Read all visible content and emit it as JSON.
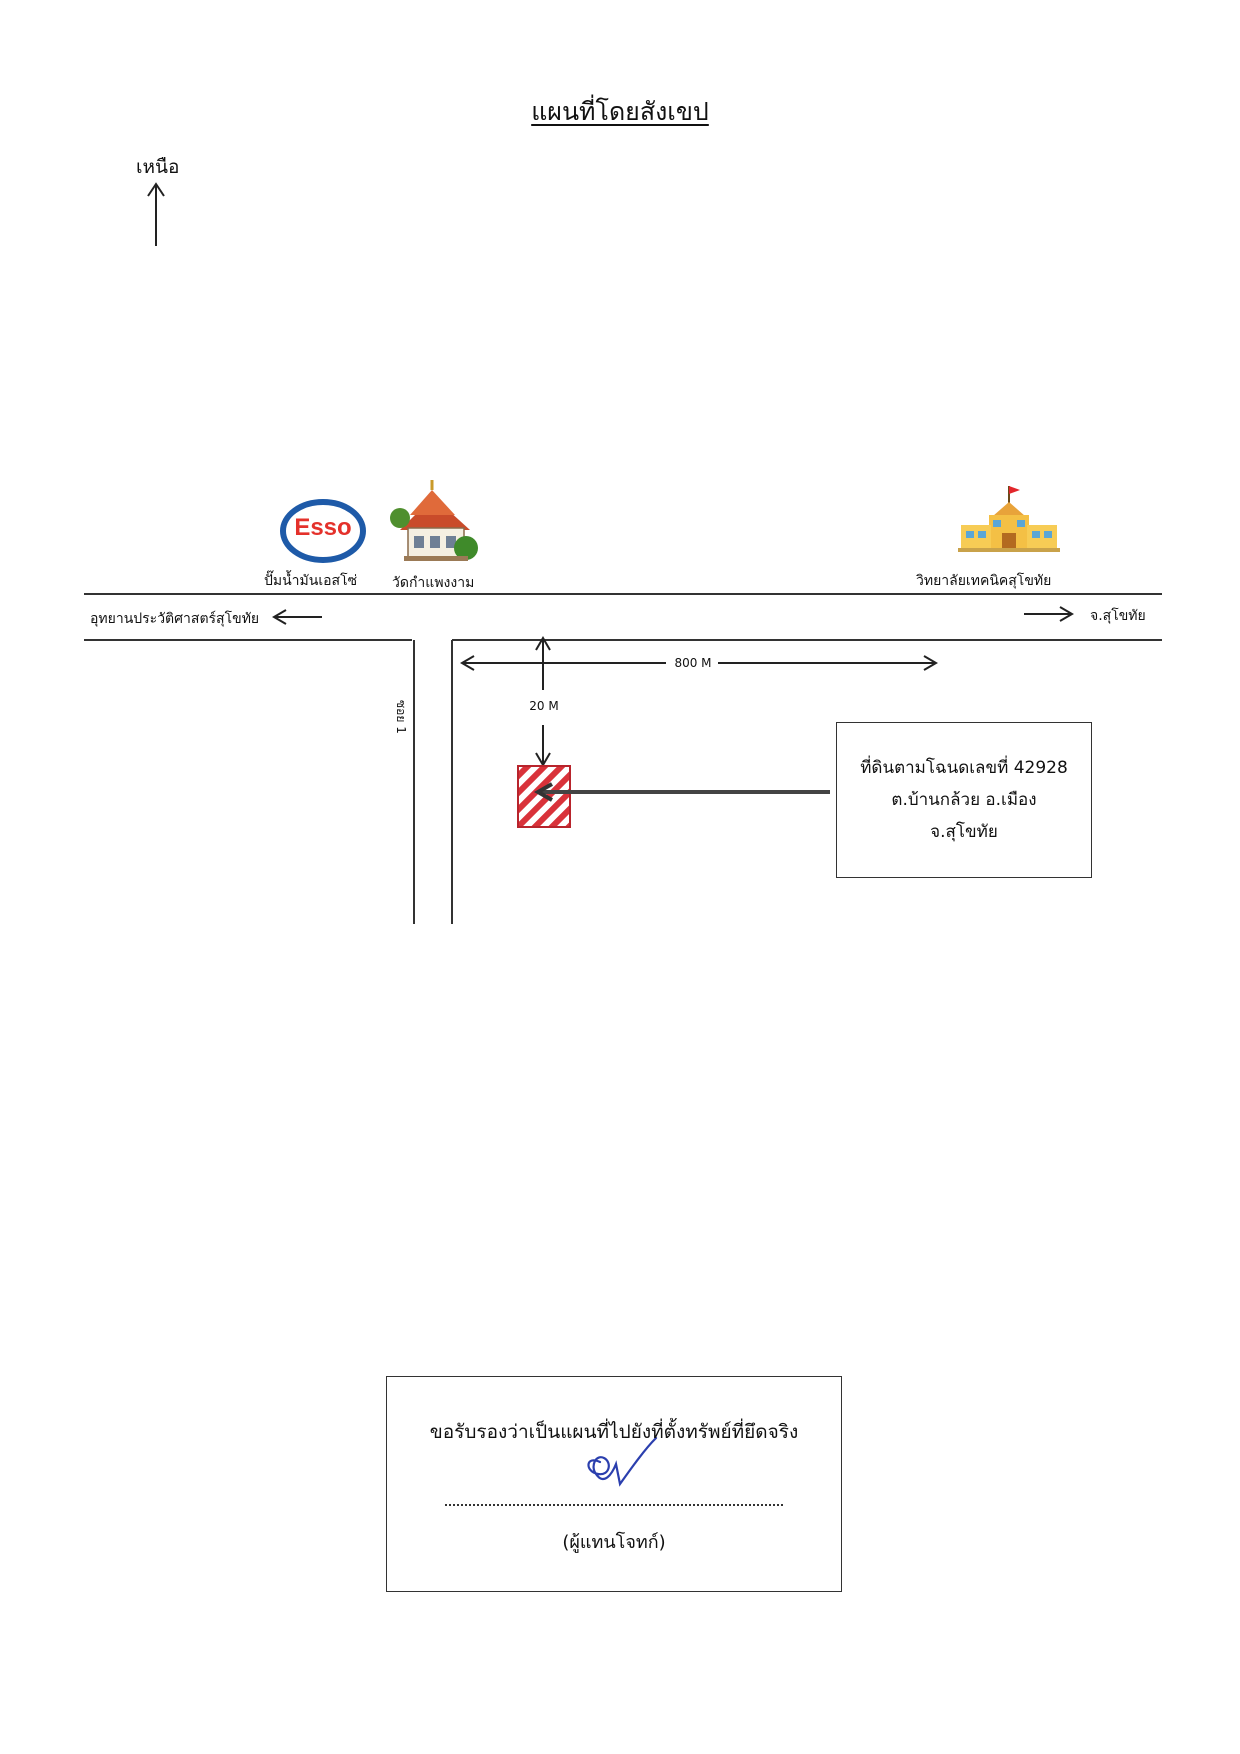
{
  "title": "แผนที่โดยสังเขป",
  "north_label": "เหนือ",
  "landmarks": {
    "esso_logo_text": "Esso",
    "gas_station": "ปั๊มน้ำมันเอสโซ่",
    "temple": "วัดกำแพงงาม",
    "college": "วิทยาลัยเทคนิคสุโขทัย"
  },
  "directions": {
    "west": "อุทยานประวัติศาสตร์สุโขทัย",
    "east": "จ.สุโขทัย"
  },
  "soi_label": "ซอย 1",
  "distances": {
    "east_west": "800 M",
    "north_south": "20 M"
  },
  "plot_info": {
    "line1": "ที่ดินตามโฉนดเลขที่ 42928",
    "line2": "ต.บ้านกล้วย  อ.เมือง",
    "line3": "จ.สุโขทัย"
  },
  "certification": {
    "statement": "ขอรับรองว่าเป็นแผนที่ไปยังที่ตั้งทรัพย์ที่ยึดจริง",
    "role": "(ผู้แทนโจทก์)"
  },
  "colors": {
    "esso_red": "#e4312b",
    "esso_blue": "#1e5aa8",
    "plot_red": "#d9323a",
    "signature_blue": "#2b3fae"
  }
}
